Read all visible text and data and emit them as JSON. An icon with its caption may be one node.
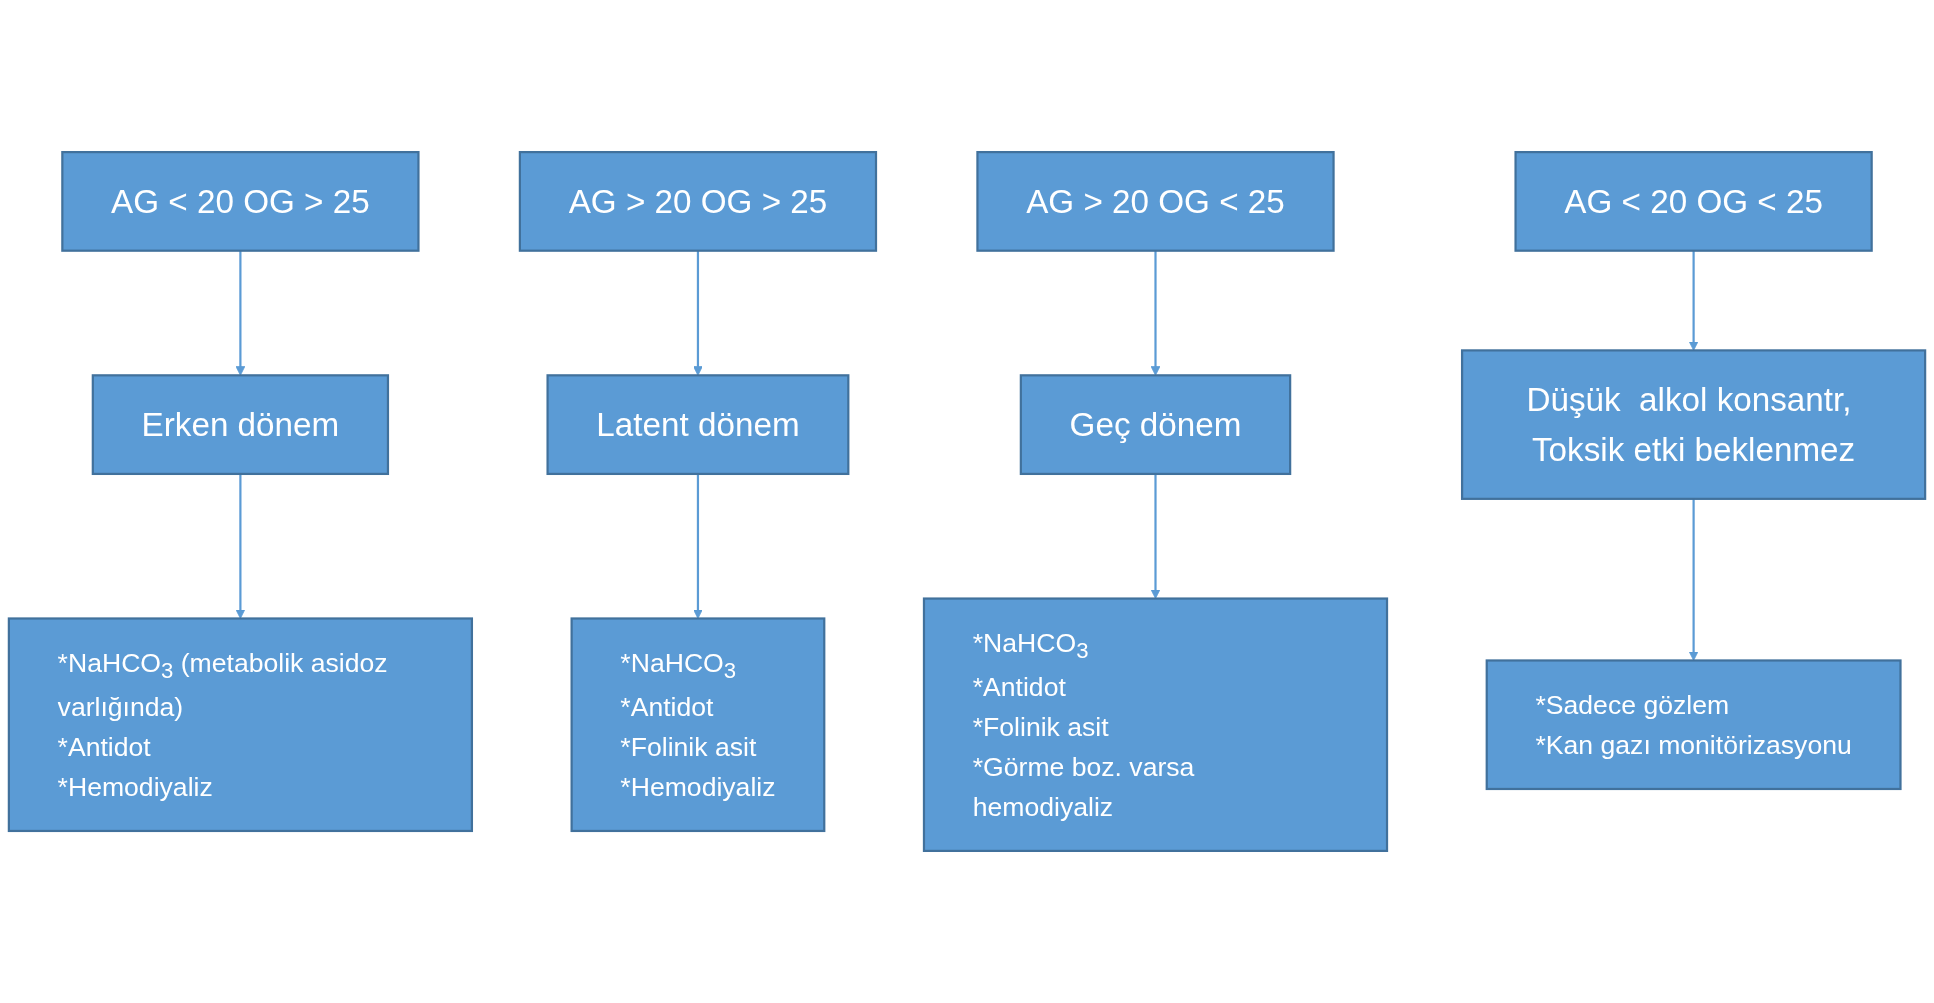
{
  "diagram": {
    "nodes": [
      {
        "text": [
          "AG < 20 OG > 25"
        ]
      },
      {
        "text": [
          "AG > 20 OG > 25"
        ]
      },
      {
        "text": [
          "AG > 20 OG < 25"
        ]
      },
      {
        "text": [
          "AG < 20 OG < 25"
        ]
      },
      {
        "text": [
          "Erken dönem"
        ]
      },
      {
        "text": [
          "Latent dönem"
        ]
      },
      {
        "text": [
          "Geç dönem"
        ]
      },
      {
        "text": [
          "Düşük  alkol konsantr, Toksik etki beklenmez"
        ]
      },
      {
        "text": [
          "*NaHCO$_{3}$ (metabolik asidoz varlığında)",
          "*Antidot",
          "*Hemodiyaliz"
        ]
      },
      {
        "text": [
          "*NaHCO$_{3}$",
          "*Antidot",
          "*Folinik asit",
          "*Hemodiyaliz"
        ]
      },
      {
        "text": [
          "*NaHCO$_{3}$",
          "*Antidot",
          "*Folinik asit",
          "*Görme boz. varsa hemodiyaliz"
        ]
      },
      {
        "text": [
          "*Sadece gözlem",
          "*Kan gazı monitörizasyonu"
        ]
      }
    ],
    "edges": [
      {
        "from": 0,
        "to": 4,
        "arrow": "to"
      },
      {
        "from": 1,
        "to": 5,
        "arrow": "to"
      },
      {
        "from": 2,
        "to": 6,
        "arrow": "to"
      },
      {
        "from": 3,
        "to": 7,
        "arrow": "to"
      },
      {
        "from": 4,
        "to": 8,
        "arrow": "to"
      },
      {
        "from": 5,
        "to": 9,
        "arrow": "to"
      },
      {
        "from": 6,
        "to": 10,
        "arrow": "to"
      },
      {
        "from": 7,
        "to": 11,
        "arrow": "to"
      }
    ]
  }
}
